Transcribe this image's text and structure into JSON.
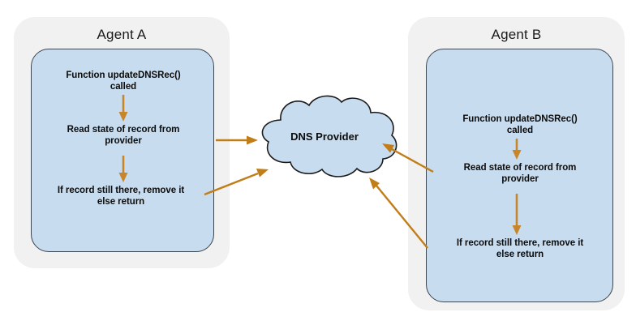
{
  "diagram": {
    "title_hidden": "",
    "agents": [
      {
        "id": "agent-a",
        "title": "Agent A",
        "steps": [
          {
            "line1": "Function updateDNSRec()",
            "line2": "called"
          },
          {
            "line1": "Read state of record from",
            "line2": "provider"
          },
          {
            "line1": "If record still there, remove it",
            "line2": "else return"
          }
        ]
      },
      {
        "id": "agent-b",
        "title": "Agent B",
        "steps": [
          {
            "line1": "Function updateDNSRec()",
            "line2": "called"
          },
          {
            "line1": "Read state of record from",
            "line2": "provider"
          },
          {
            "line1": "If record still there, remove it",
            "line2": "else return"
          }
        ]
      }
    ],
    "cloud": {
      "label": "DNS Provider",
      "icon": "cloud-icon"
    },
    "connections": [
      {
        "name": "agent-a-read-to-provider",
        "from": "agent-a-step-2",
        "to": "dns-provider",
        "style": "horizontal-arrow"
      },
      {
        "name": "agent-a-remove-to-provider",
        "from": "agent-a-step-3",
        "to": "dns-provider",
        "style": "diagonal-arrow"
      },
      {
        "name": "agent-b-read-to-provider",
        "from": "agent-b-step-2",
        "to": "dns-provider",
        "style": "diagonal-arrow"
      },
      {
        "name": "agent-b-remove-to-provider",
        "from": "agent-b-step-3",
        "to": "dns-provider",
        "style": "diagonal-arrow"
      }
    ],
    "colors": {
      "agent_outer_bg": "#f2f1f1",
      "agent_inner_bg": "#c7dcef",
      "agent_inner_border": "#3b4652",
      "cloud_fill": "#c7dcef",
      "cloud_stroke": "#1b1b1b",
      "arrow": "#c17d18",
      "step_arrow": "#c8862a",
      "text": "#0c0c0c",
      "page_bg": "#ffffff"
    }
  }
}
